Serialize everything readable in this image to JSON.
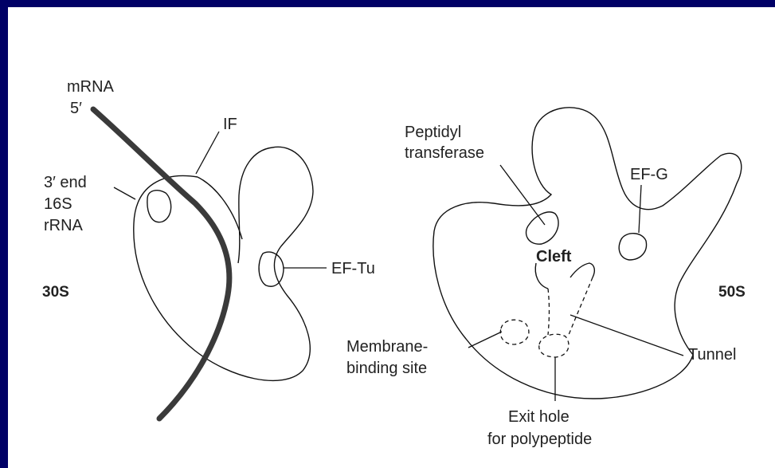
{
  "diagram": {
    "small_subunit": {
      "name": "30S",
      "labels": {
        "mrna": "mRNA",
        "five_prime": "5′",
        "if": "IF",
        "three_end": "3′ end",
        "rrna_16s": "16S",
        "rrna": "rRNA",
        "ef_tu": "EF-Tu"
      }
    },
    "large_subunit": {
      "name": "50S",
      "labels": {
        "peptidyl": "Peptidyl",
        "transferase": "transferase",
        "ef_g": "EF-G",
        "cleft": "Cleft",
        "membrane": "Membrane-",
        "binding_site": "binding site",
        "tunnel": "Tunnel",
        "exit_hole": "Exit hole",
        "for_polypeptide": "for polypeptide"
      }
    },
    "colors": {
      "frame": "#000066",
      "panel": "#ffffff",
      "ink": "#111111",
      "mrna_strand": "#3a3a3a"
    }
  }
}
